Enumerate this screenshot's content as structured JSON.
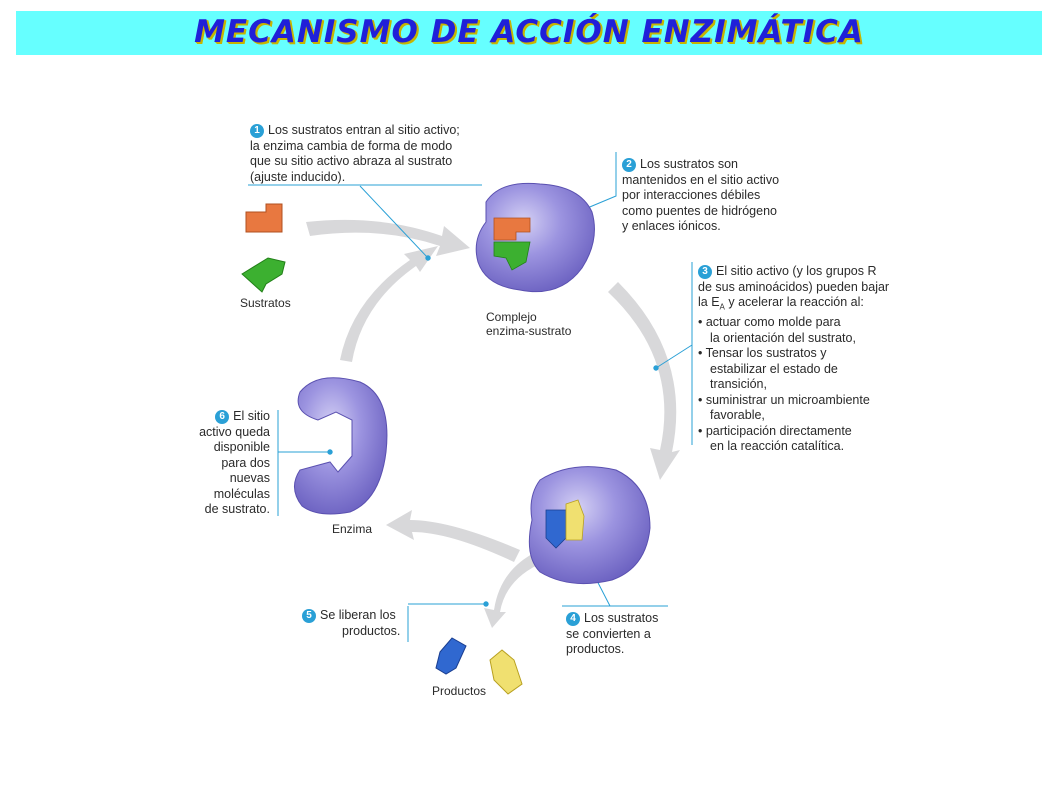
{
  "title": "MECANISMO DE ACCIÓN ENZIMÁTICA",
  "labels": {
    "sustratos": "Sustratos",
    "complejo_line1": "Complejo",
    "complejo_line2": "enzima-sustrato",
    "enzima": "Enzima",
    "productos": "Productos"
  },
  "steps": [
    {
      "number": "1",
      "lines": [
        "Los sustratos entran al sitio activo;",
        "la enzima cambia de forma de modo",
        "que su sitio activo abraza al sustrato",
        "(ajuste inducido)."
      ]
    },
    {
      "number": "2",
      "lines": [
        "Los sustratos son",
        "mantenidos en el sitio activo",
        "por interacciones débiles",
        "como puentes de hidrógeno",
        "y enlaces iónicos."
      ]
    },
    {
      "number": "3",
      "lines": [
        "El sitio activo (y los grupos R",
        "de sus aminoácidos) pueden bajar",
        "la E",
        "y acelerar la reacción al:",
        "• actuar como molde para",
        "la orientación del sustrato,",
        "• Tensar los sustratos y",
        "estabilizar el estado de",
        "transición,",
        "• suministrar un microambiente",
        "favorable,",
        "• participación directamente",
        "en la reacción catalítica."
      ],
      "subscript": "A"
    },
    {
      "number": "4",
      "lines": [
        "Los sustratos",
        "se convierten a",
        "productos."
      ]
    },
    {
      "number": "5",
      "lines": [
        "Se liberan los",
        "productos."
      ]
    },
    {
      "number": "6",
      "lines": [
        "El sitio",
        "activo queda",
        "disponible",
        "para dos",
        "nuevas",
        "moléculas",
        "de sustrato."
      ]
    }
  ],
  "colors": {
    "title_bg": "#66ffff",
    "title_text": "#2020d8",
    "enzyme": "#8a80d8",
    "arrow": "#d8d8da",
    "leader": "#2aa0d6",
    "substrate_orange": "#e87840",
    "substrate_green": "#3cb030",
    "product_blue": "#3068d0",
    "product_yellow": "#f0e070"
  }
}
